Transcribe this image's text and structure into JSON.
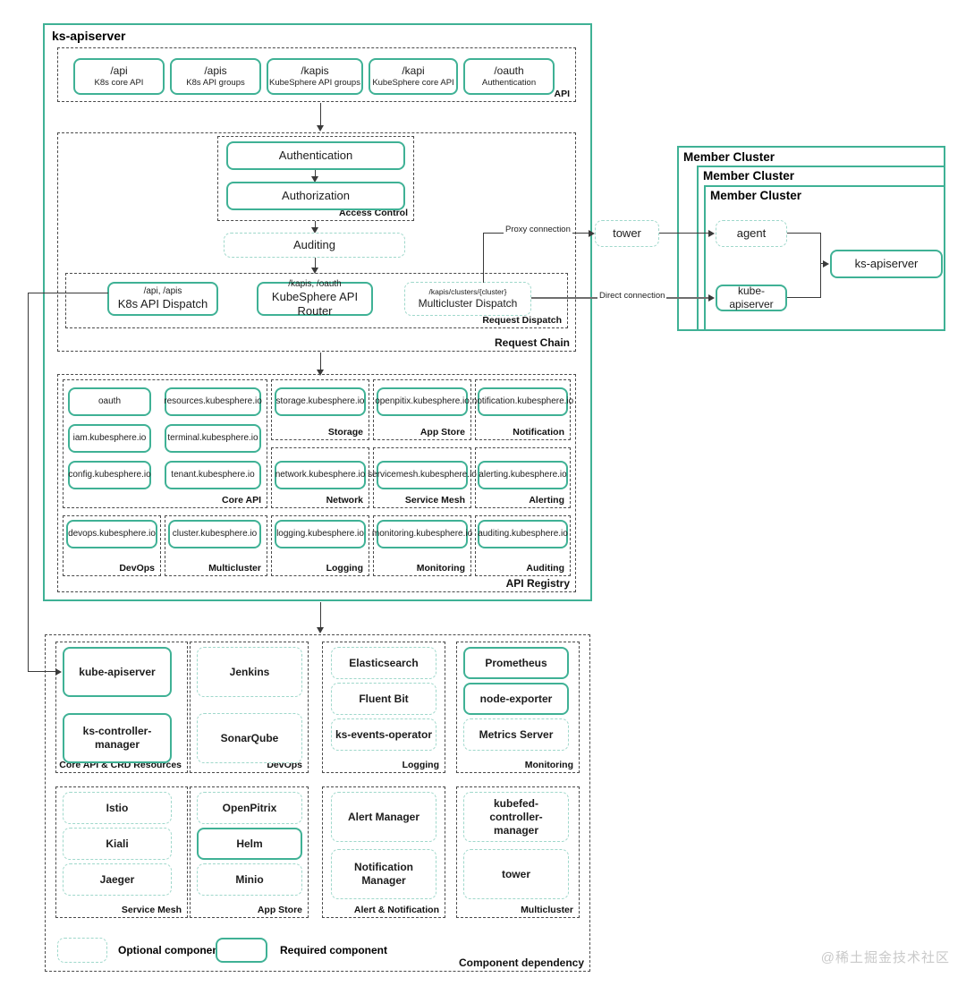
{
  "diagram": {
    "title": "ks-apiserver",
    "watermark": "@稀土掘金技术社区"
  },
  "api_layer": {
    "group_label": "API",
    "entries": [
      {
        "path": "/api",
        "desc": "K8s core API"
      },
      {
        "path": "/apis",
        "desc": "K8s API groups"
      },
      {
        "path": "/kapis",
        "desc": "KubeSphere API groups"
      },
      {
        "path": "/kapi",
        "desc": "KubeSphere core API"
      },
      {
        "path": "/oauth",
        "desc": "Authentication"
      }
    ]
  },
  "request_chain": {
    "group_label": "Request Chain",
    "access_control": {
      "group_label": "Access Control",
      "authentication": "Authentication",
      "authorization": "Authorization"
    },
    "auditing": "Auditing",
    "request_dispatch": {
      "group_label": "Request Dispatch",
      "items": [
        {
          "path": "/api, /apis",
          "name": "K8s API Dispatch",
          "style": "required"
        },
        {
          "path": "/kapis, /oauth",
          "name": "KubeSphere API Router",
          "style": "required"
        },
        {
          "path": "/kapis/clusters/{cluster}",
          "name": "Multicluster Dispatch",
          "style": "optional"
        }
      ]
    }
  },
  "api_registry": {
    "group_label": "API Registry",
    "groups": [
      {
        "label": "Core API",
        "items": [
          "oauth",
          "resources.kubesphere.io",
          "iam.kubesphere.io",
          "terminal.kubesphere.io",
          "config.kubesphere.io",
          "tenant.kubesphere.io"
        ]
      },
      {
        "label": "Storage",
        "items": [
          "storage.kubesphere.io"
        ]
      },
      {
        "label": "App Store",
        "items": [
          "openpitix.kubesphere.io"
        ]
      },
      {
        "label": "Notification",
        "items": [
          "notification.kubesphere.io"
        ]
      },
      {
        "label": "Network",
        "items": [
          "network.kubesphere.io"
        ]
      },
      {
        "label": "Service Mesh",
        "items": [
          "servicemesh.kubesphere.io"
        ]
      },
      {
        "label": "Alerting",
        "items": [
          "alerting.kubesphere.io"
        ]
      },
      {
        "label": "DevOps",
        "items": [
          "devops.kubesphere.io"
        ]
      },
      {
        "label": "Multicluster",
        "items": [
          "cluster.kubesphere.io"
        ]
      },
      {
        "label": "Logging",
        "items": [
          "logging.kubesphere.io"
        ]
      },
      {
        "label": "Monitoring",
        "items": [
          "monitoring.kubesphere.io"
        ]
      },
      {
        "label": "Auditing",
        "items": [
          "auditing.kubesphere.io"
        ]
      }
    ]
  },
  "member_clusters": {
    "titles": [
      "Member Cluster",
      "Member Cluster",
      "Member Cluster"
    ],
    "tower": "tower",
    "agent": "agent",
    "kube_apiserver": "kube-apiserver",
    "ks_apiserver": "ks-apiserver",
    "edges": {
      "proxy": "Proxy connection",
      "direct": "Direct connection"
    }
  },
  "component_dependency": {
    "group_label": "Component dependency",
    "columns": [
      {
        "label": "Core API & CRD Resources",
        "items": [
          {
            "name": "kube-apiserver",
            "style": "required"
          },
          {
            "name": "ks-controller-manager",
            "style": "required"
          }
        ]
      },
      {
        "label": "DevOps",
        "items": [
          {
            "name": "Jenkins",
            "style": "optional"
          },
          {
            "name": "SonarQube",
            "style": "optional"
          }
        ]
      },
      {
        "label": "Logging",
        "items": [
          {
            "name": "Elasticsearch",
            "style": "optional"
          },
          {
            "name": "Fluent Bit",
            "style": "optional"
          },
          {
            "name": "ks-events-operator",
            "style": "optional"
          }
        ]
      },
      {
        "label": "Monitoring",
        "items": [
          {
            "name": "Prometheus",
            "style": "required"
          },
          {
            "name": "node-exporter",
            "style": "required"
          },
          {
            "name": "Metrics Server",
            "style": "optional"
          }
        ]
      },
      {
        "label": "Service Mesh",
        "items": [
          {
            "name": "Istio",
            "style": "optional"
          },
          {
            "name": "Kiali",
            "style": "optional"
          },
          {
            "name": "Jaeger",
            "style": "optional"
          }
        ]
      },
      {
        "label": "App Store",
        "items": [
          {
            "name": "OpenPitrix",
            "style": "optional"
          },
          {
            "name": "Helm",
            "style": "required"
          },
          {
            "name": "Minio",
            "style": "optional"
          }
        ]
      },
      {
        "label": "Alert & Notification",
        "items": [
          {
            "name": "Alert Manager",
            "style": "optional"
          },
          {
            "name": "Notification Manager",
            "style": "optional"
          }
        ]
      },
      {
        "label": "Multicluster",
        "items": [
          {
            "name": "kubefed-controller-manager",
            "style": "optional"
          },
          {
            "name": "tower",
            "style": "optional"
          }
        ]
      }
    ],
    "legend": {
      "optional": "Optional component",
      "required": "Required  component"
    }
  }
}
